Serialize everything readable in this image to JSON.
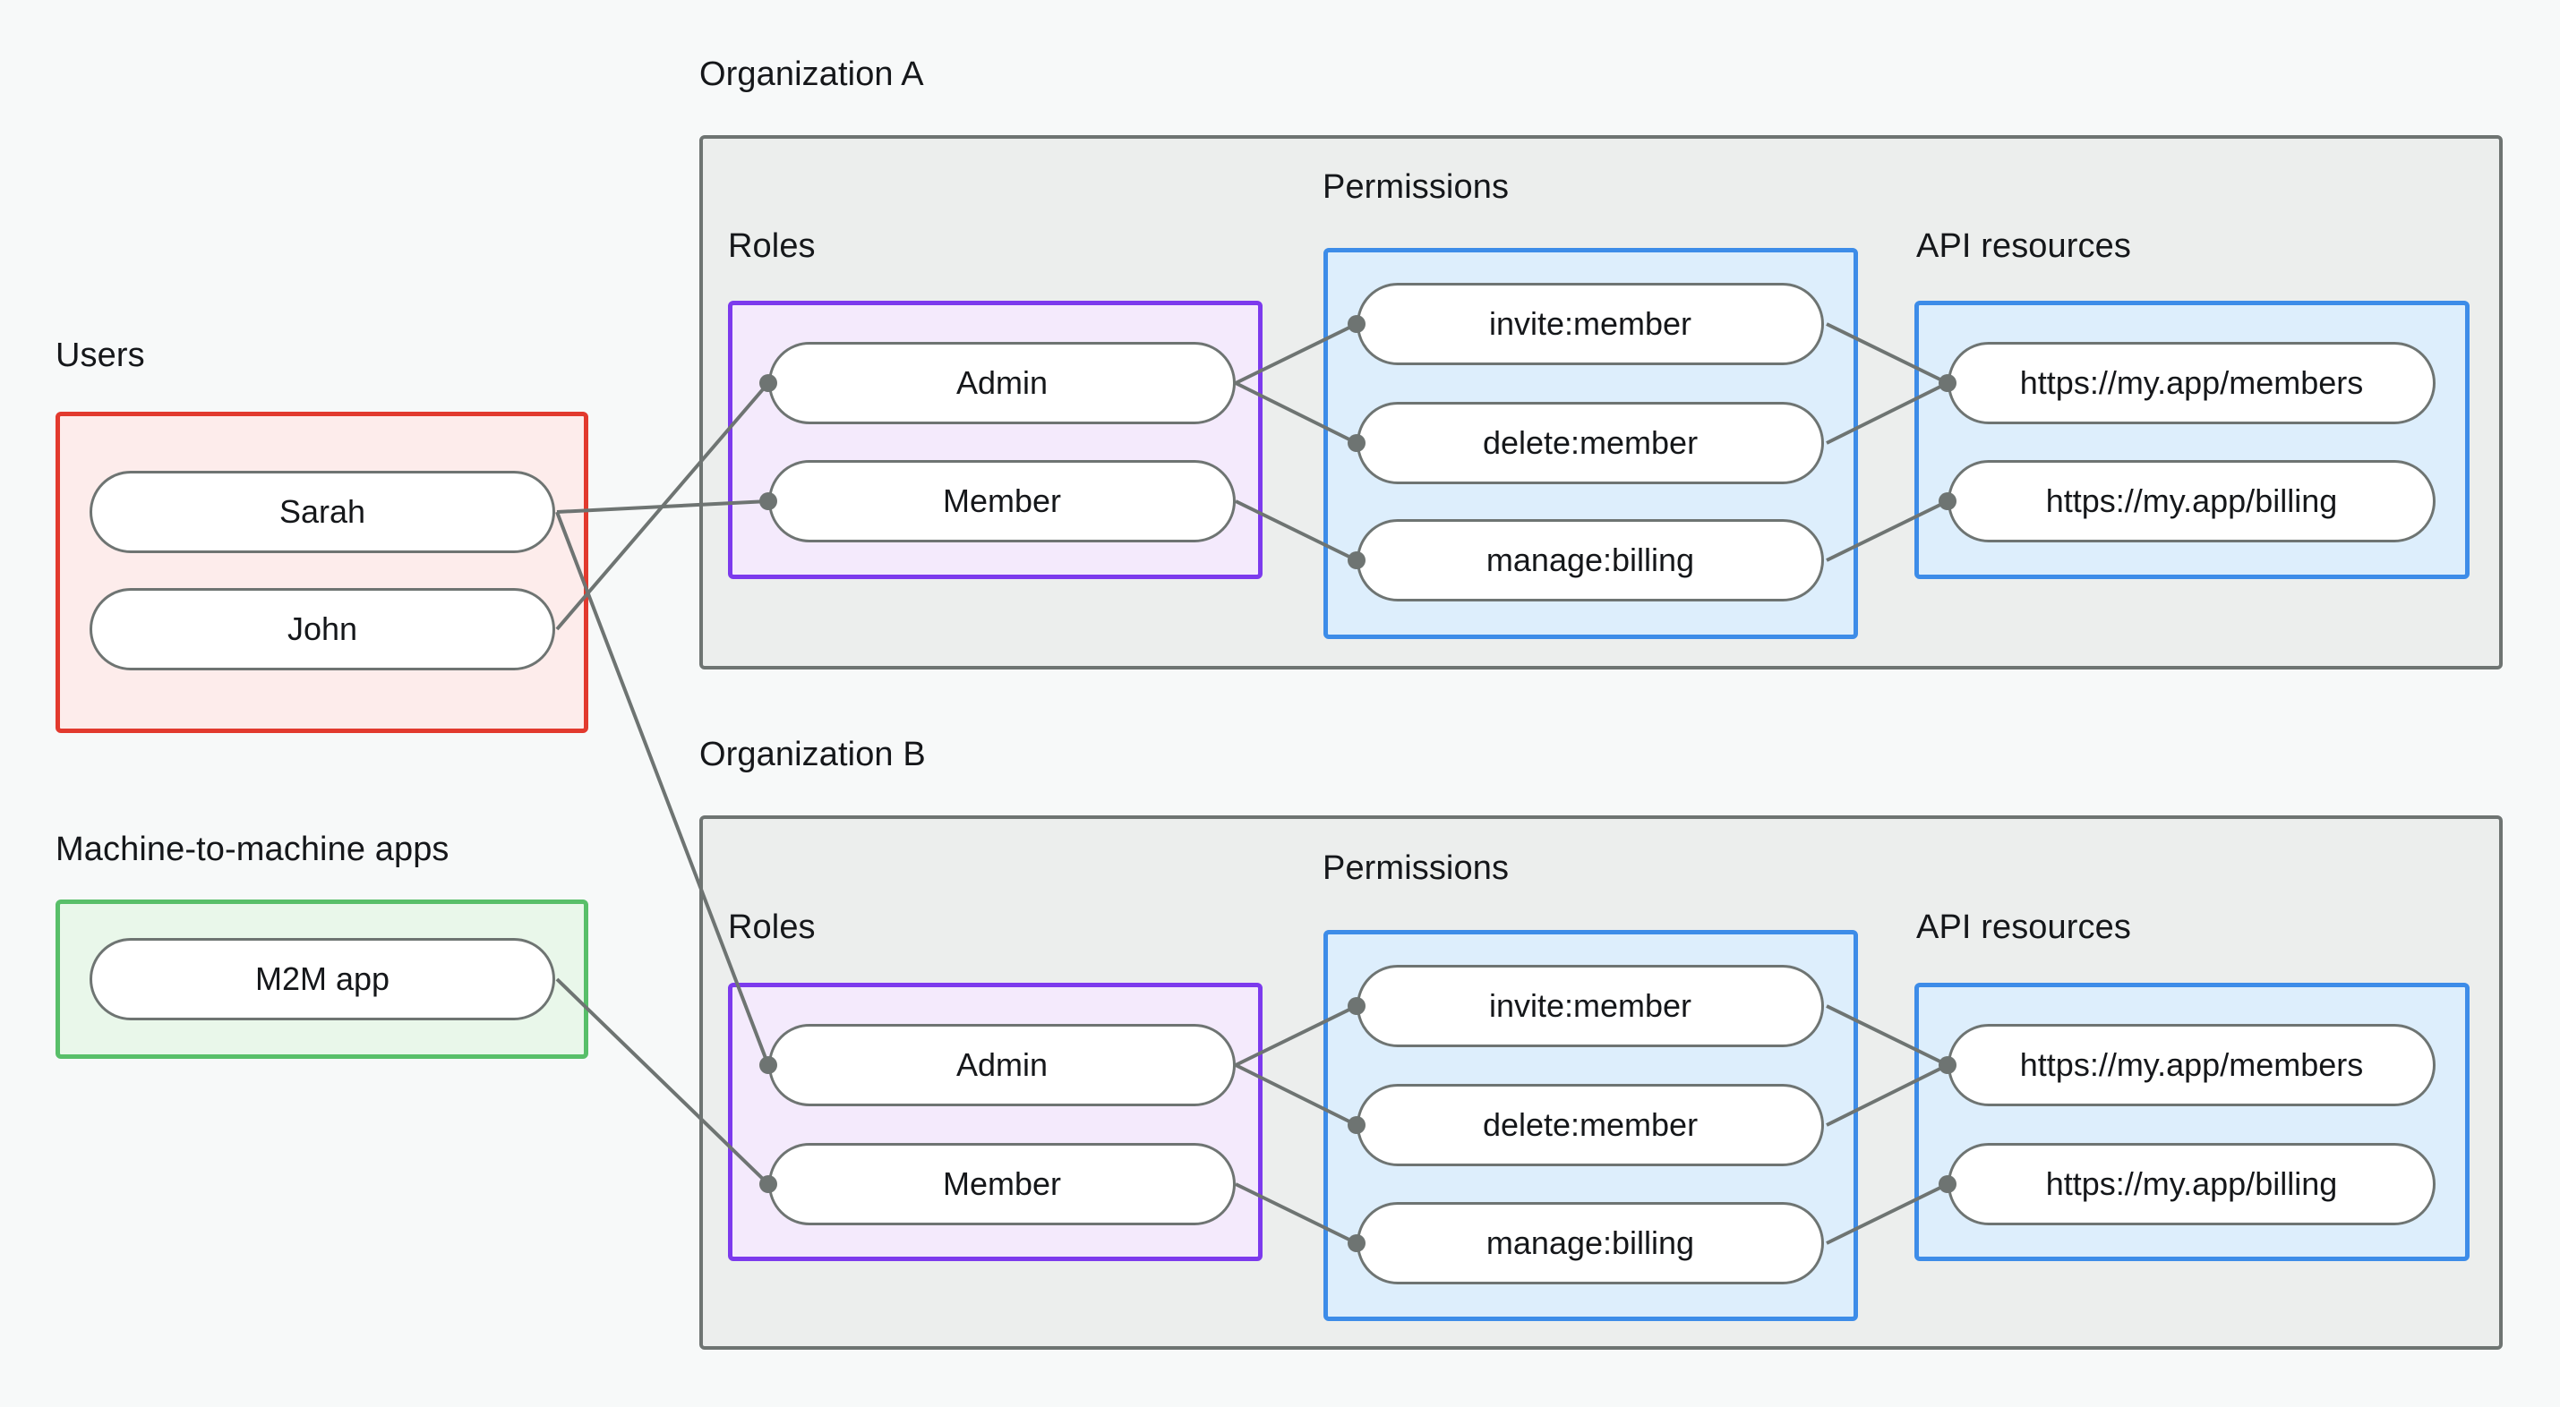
{
  "diagram": {
    "title_visible": false,
    "colors": {
      "background": "#f7f9f9",
      "org_fill": "#eceeed",
      "org_border": "#6e7472",
      "users_fill": "#fdeceb",
      "users_border": "#e23a2e",
      "m2m_fill": "#e9f7ea",
      "m2m_border": "#58bf69",
      "roles_fill": "#f4eafc",
      "roles_border": "#7c3aed",
      "permissions_fill": "#ddeefc",
      "permissions_border": "#3d8ce8",
      "api_fill": "#ddeefc",
      "api_border": "#3d8ce8",
      "node_fill": "#ffffff",
      "node_border": "#6e7472",
      "edge": "#6e7472",
      "text": "#15171a"
    },
    "labels": {
      "users": "Users",
      "m2m": "Machine-to-machine apps",
      "org_a": "Organization A",
      "org_b": "Organization B",
      "roles": "Roles",
      "permissions": "Permissions",
      "api_resources": "API resources"
    },
    "users": [
      {
        "id": "sarah",
        "label": "Sarah"
      },
      {
        "id": "john",
        "label": "John"
      }
    ],
    "m2m_apps": [
      {
        "id": "m2m-app",
        "label": "M2M app"
      }
    ],
    "organizations": [
      {
        "id": "org-a",
        "name": "Organization A",
        "roles": [
          {
            "id": "a-admin",
            "label": "Admin"
          },
          {
            "id": "a-member",
            "label": "Member"
          }
        ],
        "permissions": [
          {
            "id": "a-invite",
            "label": "invite:member"
          },
          {
            "id": "a-delete",
            "label": "delete:member"
          },
          {
            "id": "a-billing",
            "label": "manage:billing"
          }
        ],
        "api_resources": [
          {
            "id": "a-members",
            "label": "https://my.app/members"
          },
          {
            "id": "a-billing-res",
            "label": "https://my.app/billing"
          }
        ]
      },
      {
        "id": "org-b",
        "name": "Organization B",
        "roles": [
          {
            "id": "b-admin",
            "label": "Admin"
          },
          {
            "id": "b-member",
            "label": "Member"
          }
        ],
        "permissions": [
          {
            "id": "b-invite",
            "label": "invite:member"
          },
          {
            "id": "b-delete",
            "label": "delete:member"
          },
          {
            "id": "b-billing",
            "label": "manage:billing"
          }
        ],
        "api_resources": [
          {
            "id": "b-members",
            "label": "https://my.app/members"
          },
          {
            "id": "b-billing-res",
            "label": "https://my.app/billing"
          }
        ]
      }
    ],
    "connections": [
      {
        "from": "sarah",
        "to": "a-member"
      },
      {
        "from": "john",
        "to": "a-admin"
      },
      {
        "from": "sarah",
        "to": "b-admin"
      },
      {
        "from": "m2m-app",
        "to": "b-member"
      },
      {
        "from": "a-admin",
        "to": "a-invite"
      },
      {
        "from": "a-admin",
        "to": "a-delete"
      },
      {
        "from": "a-member",
        "to": "a-billing"
      },
      {
        "from": "a-invite",
        "to": "a-members"
      },
      {
        "from": "a-delete",
        "to": "a-members"
      },
      {
        "from": "a-billing",
        "to": "a-billing-res"
      },
      {
        "from": "b-admin",
        "to": "b-invite"
      },
      {
        "from": "b-admin",
        "to": "b-delete"
      },
      {
        "from": "b-member",
        "to": "b-billing"
      },
      {
        "from": "b-invite",
        "to": "b-members"
      },
      {
        "from": "b-delete",
        "to": "b-members"
      },
      {
        "from": "b-billing",
        "to": "b-billing-res"
      }
    ]
  }
}
